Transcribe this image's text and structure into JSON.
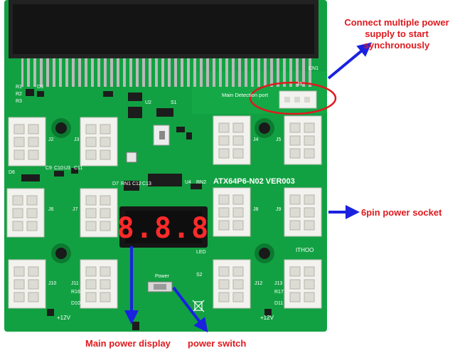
{
  "board": {
    "model": "ATX64P6-N02 VER003",
    "detection_port_label": "Main Detection port",
    "led_label": "LED",
    "power_label": "Power",
    "brand": "ITHOO",
    "display_digits": "8.8.8",
    "voltage_left": "+12V",
    "voltage_right": "+12V",
    "silk": {
      "cn1": "CN1",
      "j1": "J1",
      "j2": "J2",
      "j3": "J3",
      "j4": "J4",
      "j5": "J5",
      "j6": "J6",
      "j7": "J7",
      "j8": "J8",
      "j9": "J9",
      "j10": "J10",
      "j11": "J11",
      "j12": "J12",
      "j13": "J13",
      "r1": "R1",
      "r2": "R2",
      "r3": "R3",
      "d3": "D3",
      "u2": "U2",
      "s1": "S1",
      "d6": "D6",
      "c9": "C9",
      "c10": "C10",
      "u3": "U3",
      "c11": "C11",
      "d7": "D7",
      "rn1": "RN1",
      "c12": "C12",
      "c13": "C13",
      "u4": "U4",
      "rn2": "RN2",
      "s2": "S2",
      "r16": "R16",
      "r17": "R17",
      "d10": "D10",
      "d11": "D11"
    }
  },
  "annotations": {
    "sync": "Connect multiple power supply to start synchronously",
    "socket": "6pin power socket",
    "display": "Main power display",
    "switch": "power switch"
  },
  "colors": {
    "pcb": "#12a142",
    "pcb_dark": "#0b7a30",
    "connector": "#f2f2ee",
    "arrow": "#1a22e0",
    "annotation": "#e0191e",
    "led_red": "#ff2a2a"
  }
}
